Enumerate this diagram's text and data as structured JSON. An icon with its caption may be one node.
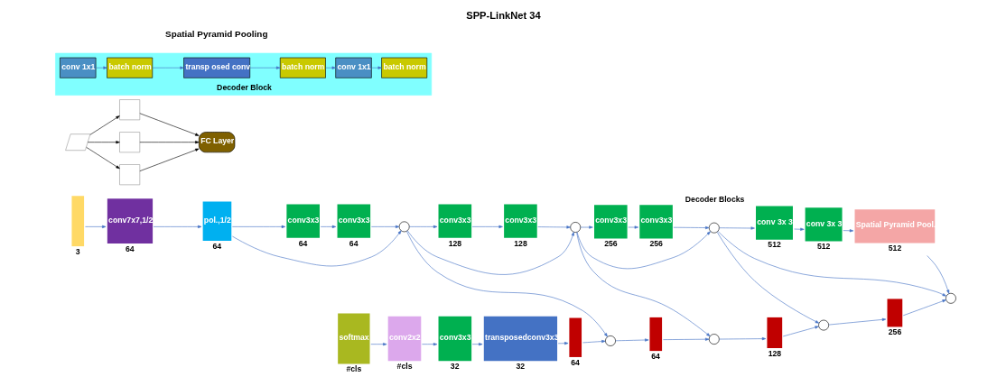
{
  "diagram": {
    "title": "SPP-LinkNet 34",
    "nodes": [
      {
        "text": [],
        "shape": "bar",
        "beside": [
          "3"
        ]
      },
      {
        "text": [
          "conv7x7,1/2"
        ],
        "beside": [
          "64"
        ]
      },
      {
        "text": [
          "pol.,1/2"
        ],
        "beside": [
          "64"
        ]
      },
      {
        "text": [
          "conv3x3"
        ],
        "beside": [
          "64"
        ]
      },
      {
        "text": [
          "conv3x3"
        ],
        "beside": [
          "64"
        ]
      },
      {
        "text": [],
        "shape": "circle"
      },
      {
        "text": [
          "conv3x3"
        ],
        "beside": [
          "128"
        ]
      },
      {
        "text": [
          "conv3x3"
        ],
        "beside": [
          "128"
        ]
      },
      {
        "text": [],
        "shape": "circle"
      },
      {
        "text": [
          "conv3x3"
        ],
        "beside": [
          "256"
        ]
      },
      {
        "text": [
          "conv3x3"
        ],
        "beside": [
          "256"
        ]
      },
      {
        "text": [],
        "shape": "circle"
      },
      {
        "text": [
          "conv 3x 3"
        ],
        "beside": [
          "512"
        ]
      },
      {
        "text": [
          "conv 3x 3"
        ],
        "beside": [
          "512"
        ]
      },
      {
        "text": [
          "Spatial Pyramid Pool."
        ],
        "beside": [
          "512"
        ]
      },
      {
        "text": [],
        "shape": "circle"
      },
      {
        "text": [],
        "shape": "bar",
        "beside": [
          "256"
        ]
      },
      {
        "text": [],
        "shape": "circle"
      },
      {
        "text": [],
        "shape": "bar",
        "beside": [
          "128"
        ]
      },
      {
        "text": [],
        "shape": "circle"
      },
      {
        "text": [],
        "shape": "bar",
        "beside": [
          "64"
        ]
      },
      {
        "text": [],
        "shape": "circle"
      },
      {
        "text": [],
        "shape": "bar",
        "beside": [
          "64"
        ]
      },
      {
        "text": [
          "transposedconv3x3"
        ],
        "beside": [
          "32"
        ]
      },
      {
        "text": [
          "conv3x3"
        ],
        "beside": [
          "32"
        ]
      },
      {
        "text": [
          "conv2x2"
        ],
        "beside": [
          "#cls"
        ]
      },
      {
        "text": [
          "softmax"
        ],
        "beside": [
          "#cls"
        ]
      },
      {
        "text": [],
        "shape": "parallelogram"
      },
      {
        "text": [],
        "shape": "box"
      },
      {
        "text": [],
        "shape": "box"
      },
      {
        "text": [],
        "shape": "box"
      },
      {
        "text": [
          "FC Layer"
        ]
      },
      {
        "text": [
          "Decoder Block"
        ]
      },
      {
        "text": [
          "conv 1x1"
        ],
        "in": 32
      },
      {
        "text": [
          "batch norm"
        ],
        "in": 32
      },
      {
        "text": [
          "transp osed conv"
        ],
        "in": 32
      },
      {
        "text": [
          "batch norm"
        ],
        "in": 32
      },
      {
        "text": [
          "conv 1x1"
        ],
        "in": 32
      },
      {
        "text": [
          "batch norm"
        ],
        "in": 32
      }
    ],
    "edges": [
      {
        "from": 0,
        "to": 1,
        "arrow": "to"
      },
      {
        "from": 1,
        "to": 2,
        "arrow": "to"
      },
      {
        "from": 2,
        "to": 3,
        "arrow": "to"
      },
      {
        "from": 3,
        "to": 4,
        "arrow": "to"
      },
      {
        "from": 4,
        "to": 5,
        "arrow": "to"
      },
      {
        "from": 2,
        "to": 5,
        "arrow": "to"
      },
      {
        "from": 5,
        "to": 6,
        "arrow": "to"
      },
      {
        "from": 6,
        "to": 7,
        "arrow": "to"
      },
      {
        "from": 7,
        "to": 8,
        "arrow": "to"
      },
      {
        "from": 5,
        "to": 8,
        "arrow": "to"
      },
      {
        "from": 5,
        "to": 21,
        "arrow": "to"
      },
      {
        "from": 8,
        "to": 9,
        "arrow": "to"
      },
      {
        "from": 9,
        "to": 10,
        "arrow": "to"
      },
      {
        "from": 10,
        "to": 11,
        "arrow": "to"
      },
      {
        "from": 8,
        "to": 11,
        "arrow": "to"
      },
      {
        "from": 8,
        "to": 19,
        "arrow": "to"
      },
      {
        "from": 11,
        "to": 12,
        "arrow": "to"
      },
      {
        "from": 12,
        "to": 13,
        "arrow": "to"
      },
      {
        "from": 13,
        "to": 14,
        "arrow": "to"
      },
      {
        "from": 14,
        "to": 15,
        "arrow": "to"
      },
      {
        "from": 11,
        "to": 15,
        "arrow": "to"
      },
      {
        "from": 11,
        "to": 17,
        "arrow": "to"
      },
      {
        "from": 26,
        "to": 25,
        "arrow": "to"
      },
      {
        "from": 25,
        "to": 24,
        "arrow": "to"
      },
      {
        "from": 24,
        "to": 23,
        "arrow": "to"
      },
      {
        "from": 23,
        "to": 22,
        "arrow": "to"
      },
      {
        "from": 22,
        "to": 21,
        "arrow": "to"
      },
      {
        "from": 21,
        "to": 20,
        "arrow": "to"
      },
      {
        "from": 20,
        "to": 19,
        "arrow": "to"
      },
      {
        "from": 19,
        "to": 18,
        "arrow": "to"
      },
      {
        "from": 18,
        "to": 17,
        "arrow": "to"
      },
      {
        "from": 17,
        "to": 16,
        "arrow": "to"
      },
      {
        "from": 16,
        "to": 15,
        "arrow": "to"
      },
      {
        "from": 27,
        "to": 28,
        "arrow": "to",
        "color": "#000000"
      },
      {
        "from": 27,
        "to": 29,
        "arrow": "to",
        "color": "#000000"
      },
      {
        "from": 27,
        "to": 30,
        "arrow": "to",
        "color": "#000000"
      },
      {
        "from": 28,
        "to": 31,
        "arrow": "to",
        "color": "#000000"
      },
      {
        "from": 29,
        "to": 31,
        "arrow": "to",
        "color": "#000000"
      },
      {
        "from": 30,
        "to": 31,
        "arrow": "to",
        "color": "#000000"
      },
      {
        "from": 33,
        "to": 34,
        "arrow": "to"
      },
      {
        "from": 34,
        "to": 35,
        "arrow": "to"
      },
      {
        "from": 35,
        "to": 36,
        "arrow": "to"
      },
      {
        "from": 36,
        "to": 37,
        "arrow": "to"
      },
      {
        "from": 37,
        "to": 38,
        "arrow": "to"
      }
    ],
    "labels": [
      "Decoder Blocks",
      "Spatial Pyramid Pooling"
    ]
  }
}
